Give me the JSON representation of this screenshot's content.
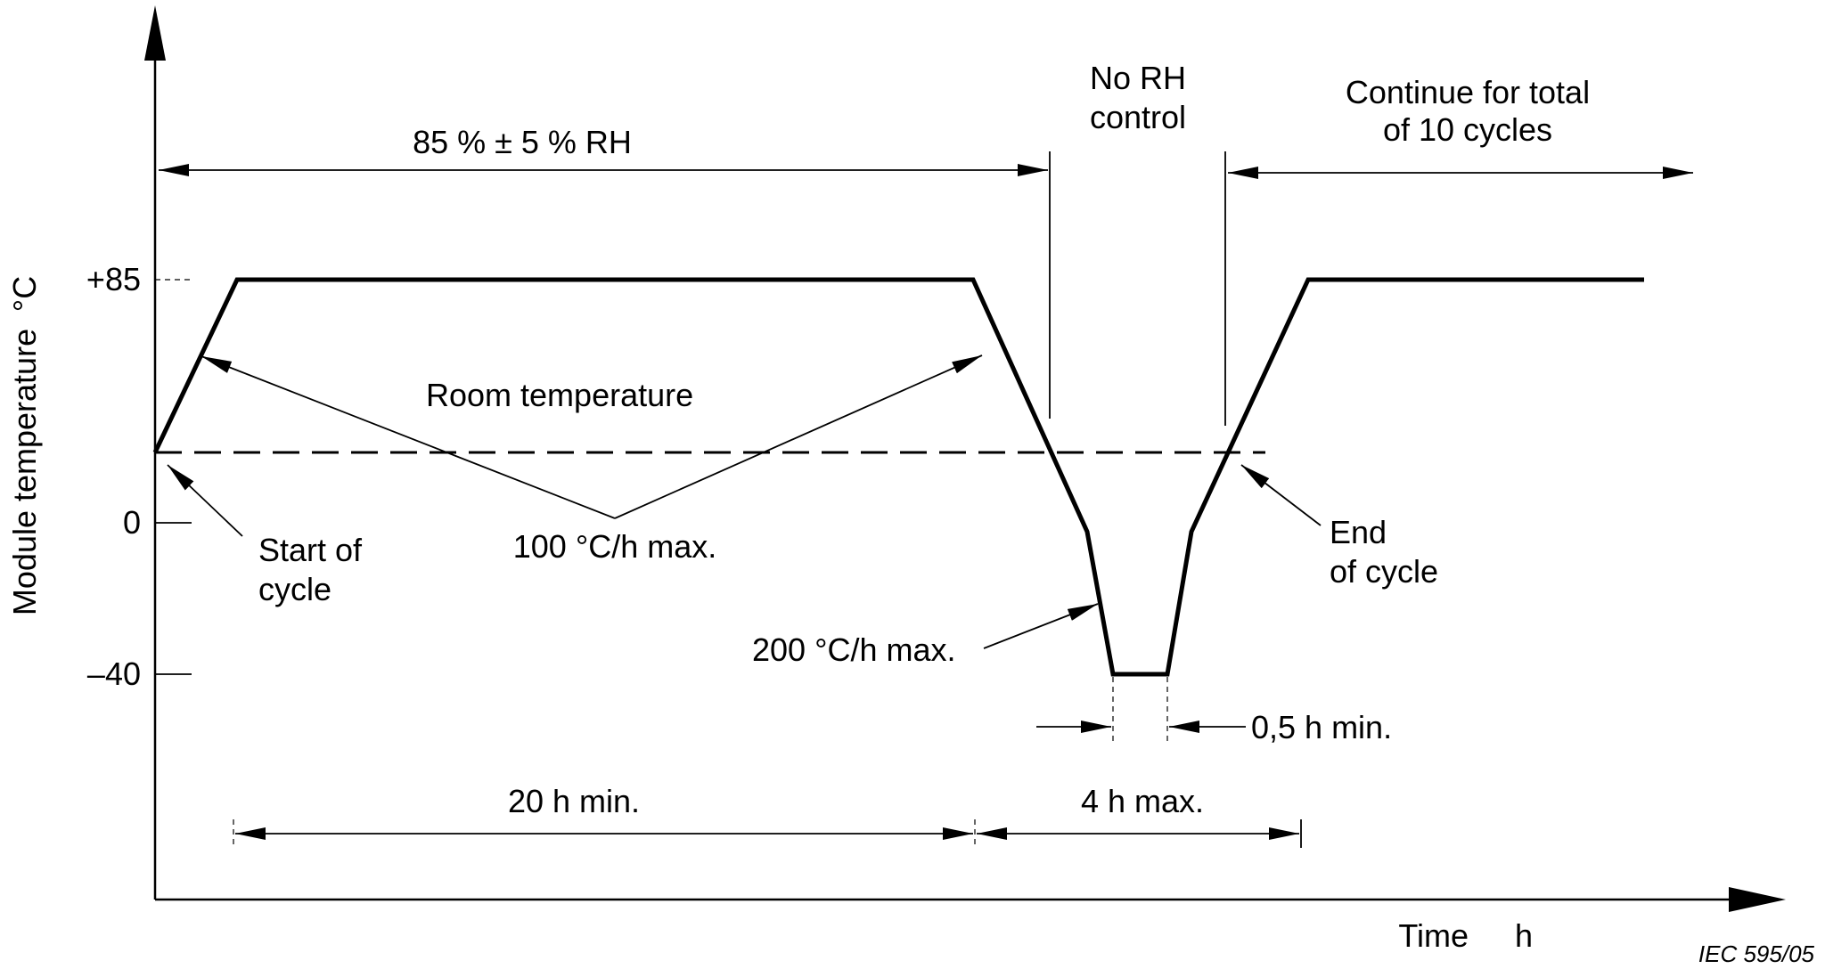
{
  "y_axis": {
    "label": "Module temperature",
    "unit": "°C",
    "ticks": [
      {
        "label": "+85",
        "value": 85
      },
      {
        "label": "0",
        "value": 0
      },
      {
        "label": "–40",
        "value": -40
      }
    ]
  },
  "x_axis": {
    "label": "Time",
    "unit": "h"
  },
  "annotations": {
    "rh_controlled": "85 % ± 5 % RH",
    "no_rh_line1": "No RH",
    "no_rh_line2": "control",
    "continue_line1": "Continue for total",
    "continue_line2": "of 10 cycles",
    "room_temperature": "Room temperature",
    "rate_100": "100 °C/h max.",
    "rate_200": "200 °C/h max.",
    "start_line1": "Start of",
    "start_line2": "cycle",
    "end_line1": "End",
    "end_line2": "of cycle",
    "dwell_low": "0,5 h min.",
    "dwell_high": "20 h min.",
    "cold_phase": "4 h max."
  },
  "credit": "IEC  595/05",
  "colors": {
    "ink": "#000000",
    "background": "#ffffff"
  }
}
